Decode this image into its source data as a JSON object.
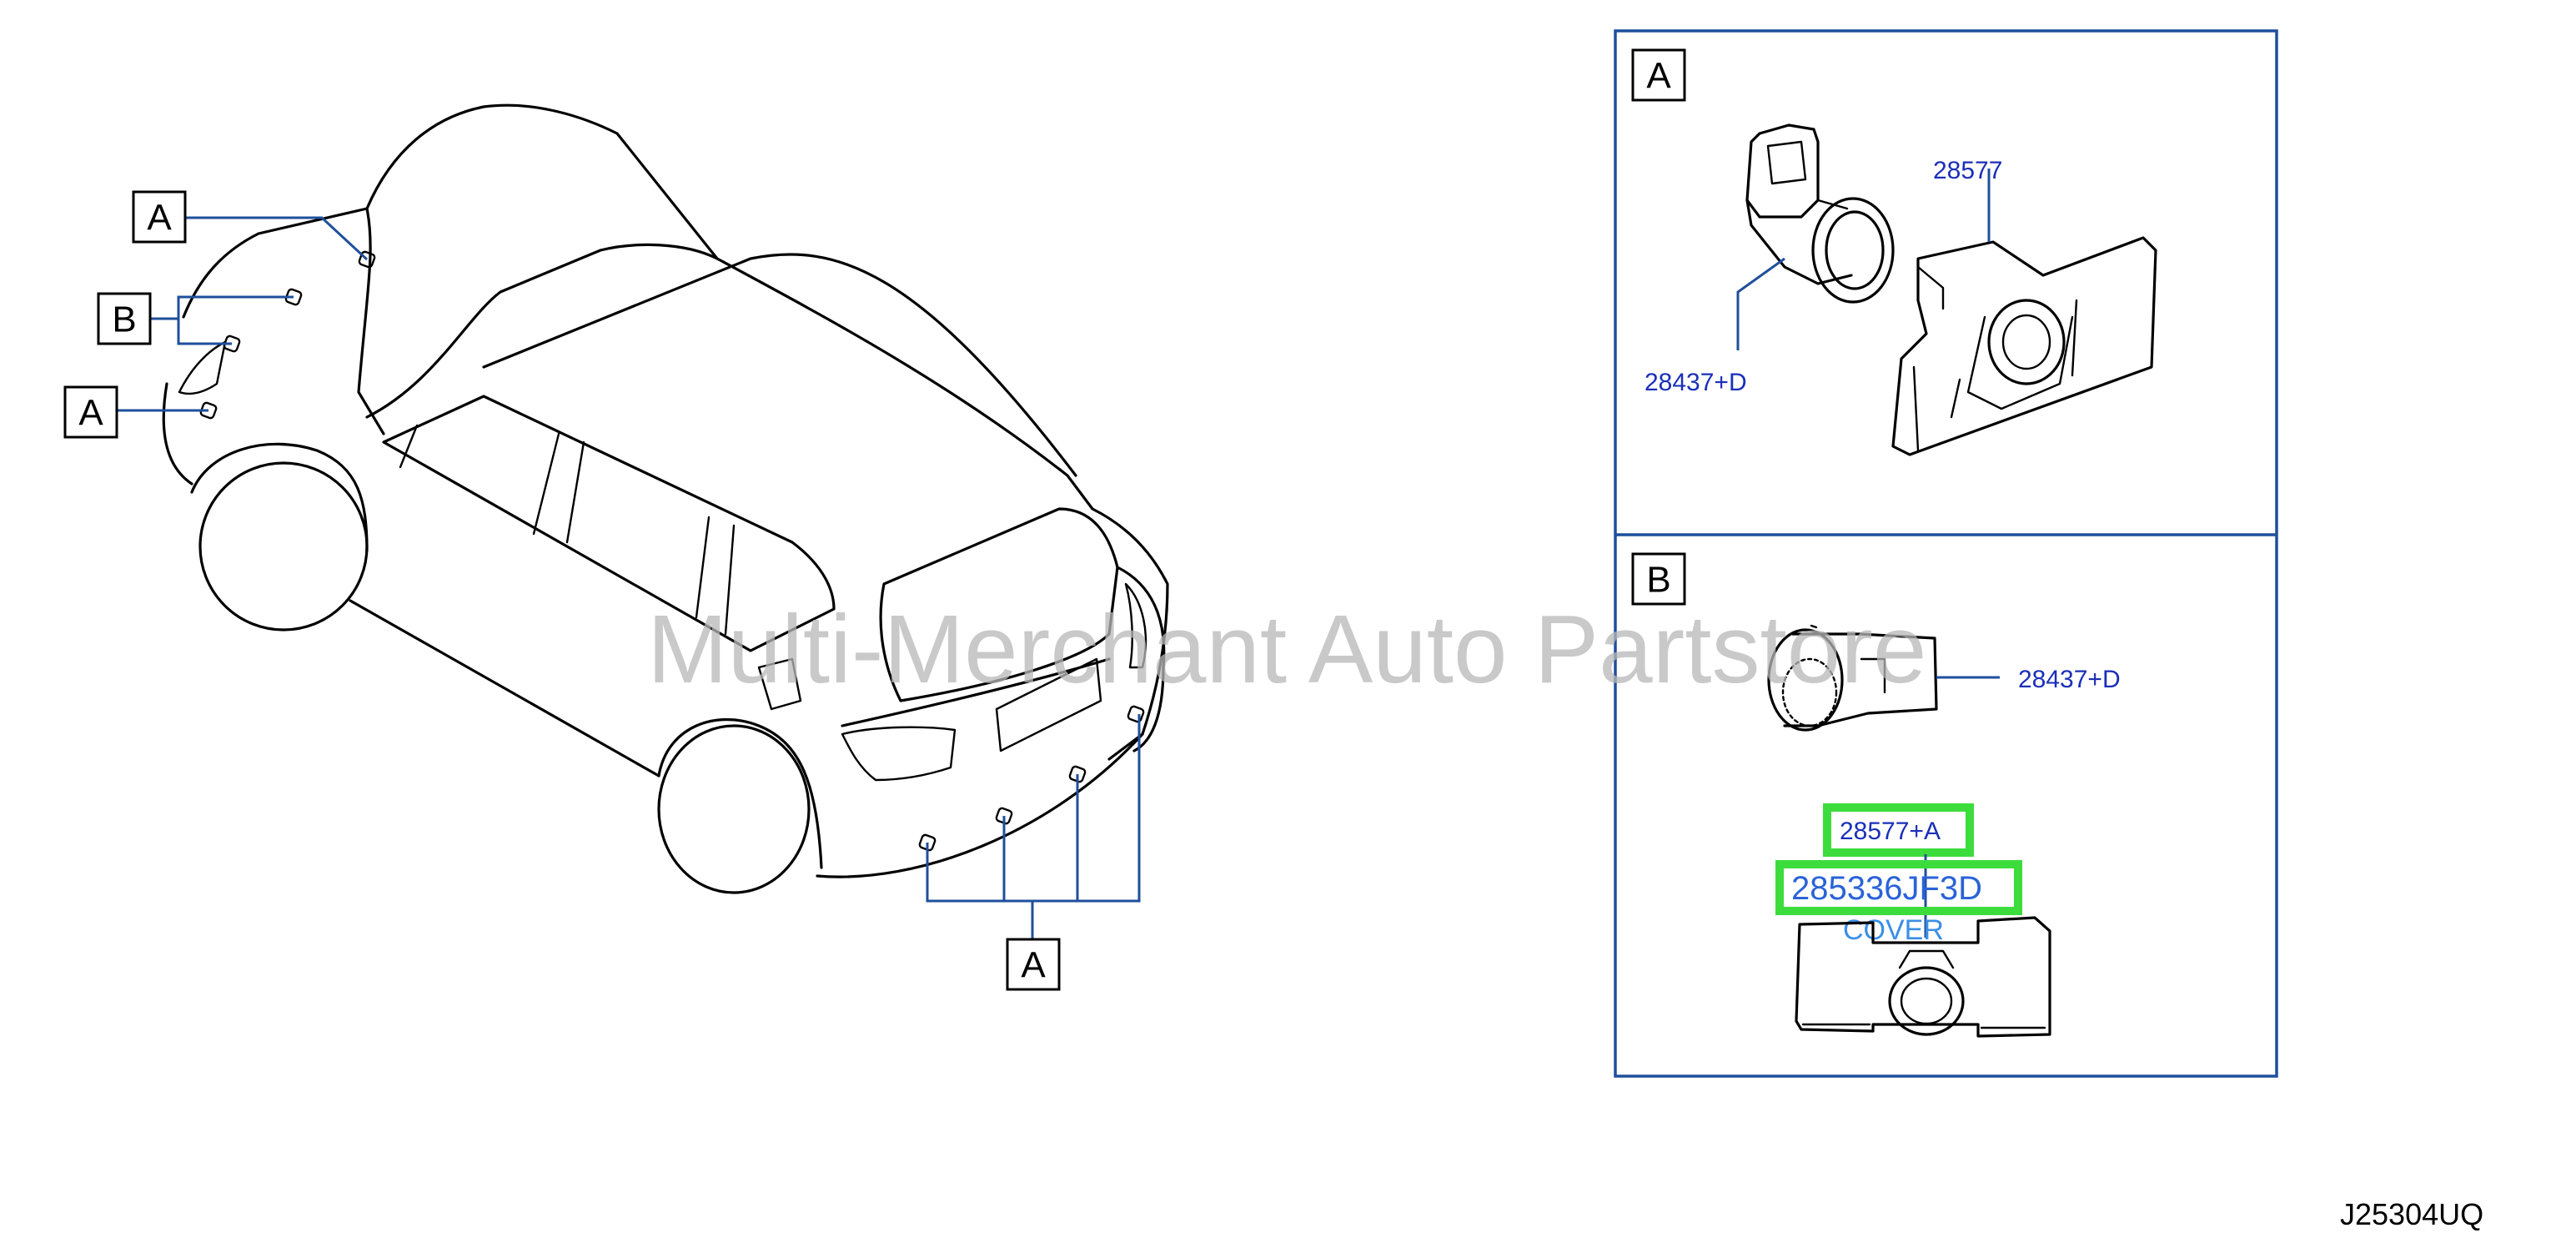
{
  "callouts": {
    "left_top_a": "A",
    "left_b": "B",
    "left_mid_a": "A",
    "bottom_a": "A"
  },
  "panels": {
    "a": {
      "label": "A",
      "part_bracket": "28577",
      "part_sensor": "28437+D"
    },
    "b": {
      "label": "B",
      "part_sensor": "28437+D",
      "part_highlight_1": "28577+A",
      "part_highlight_2": "285336JF3D",
      "part_note": "COVER"
    }
  },
  "watermark": "Multi-Merchant Auto Partstore",
  "diagram_code": "J25304UQ",
  "colors": {
    "leader_line": "#1f4f9c",
    "part_number_text": "#1a2fb8",
    "highlight_box": "#3ddc3d",
    "cover_text": "#3a8fe6",
    "watermark": "#b8b8b8"
  }
}
